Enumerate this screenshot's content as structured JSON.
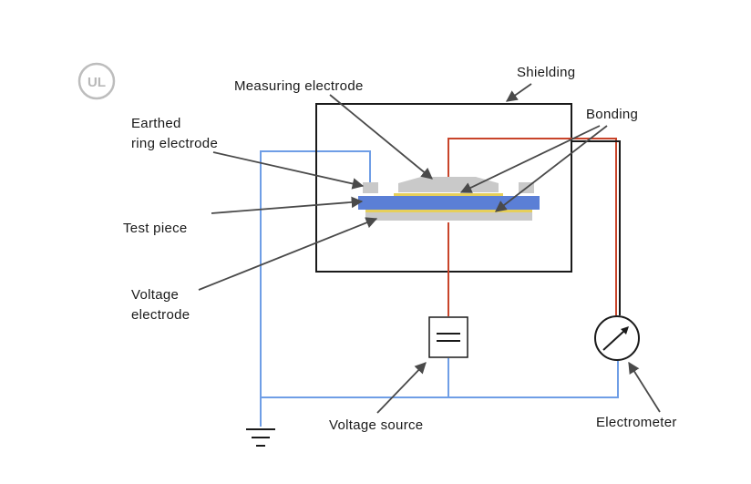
{
  "logo": {
    "text": "UL"
  },
  "labels": {
    "shielding": "Shielding",
    "measuring_electrode": "Measuring electrode",
    "bonding": "Bonding",
    "earthed_line1": "Earthed",
    "earthed_line2": "ring electrode",
    "test_piece": "Test piece",
    "voltage_electrode_line1": "Voltage",
    "voltage_electrode_line2": "electrode",
    "voltage_source": "Voltage source",
    "electrometer": "Electrometer"
  },
  "colors": {
    "earth_wire": "#6f9ee6",
    "signal_wire": "#c8442a",
    "test_piece": "#5b7fd6",
    "bonding": "#e6cf5a",
    "electrode": "#c9c9c9",
    "outline": "#1a1a1a"
  }
}
